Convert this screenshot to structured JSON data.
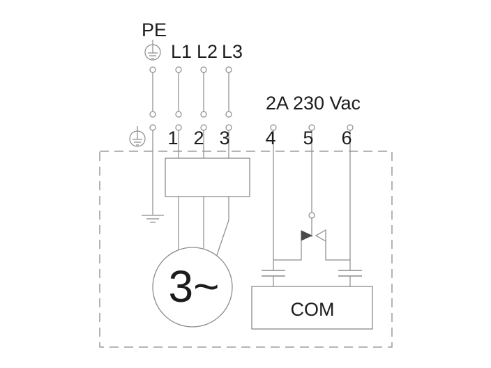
{
  "diagram": {
    "kind": "motor-wiring-diagram",
    "labels": {
      "protective_earth": "PE",
      "phase_1": "L1",
      "phase_2": "L2",
      "phase_3": "L3",
      "relay_rating": "2A 230 Vac",
      "terminal_1": "1",
      "terminal_2": "2",
      "terminal_3": "3",
      "terminal_4": "4",
      "terminal_5": "5",
      "terminal_6": "6",
      "motor": "3~",
      "relay_common": "COM"
    },
    "colors": {
      "background": "#ffffff",
      "line": "#8a8a8a",
      "text": "#1c1c1c",
      "triangle": "#4a4a4a"
    }
  }
}
